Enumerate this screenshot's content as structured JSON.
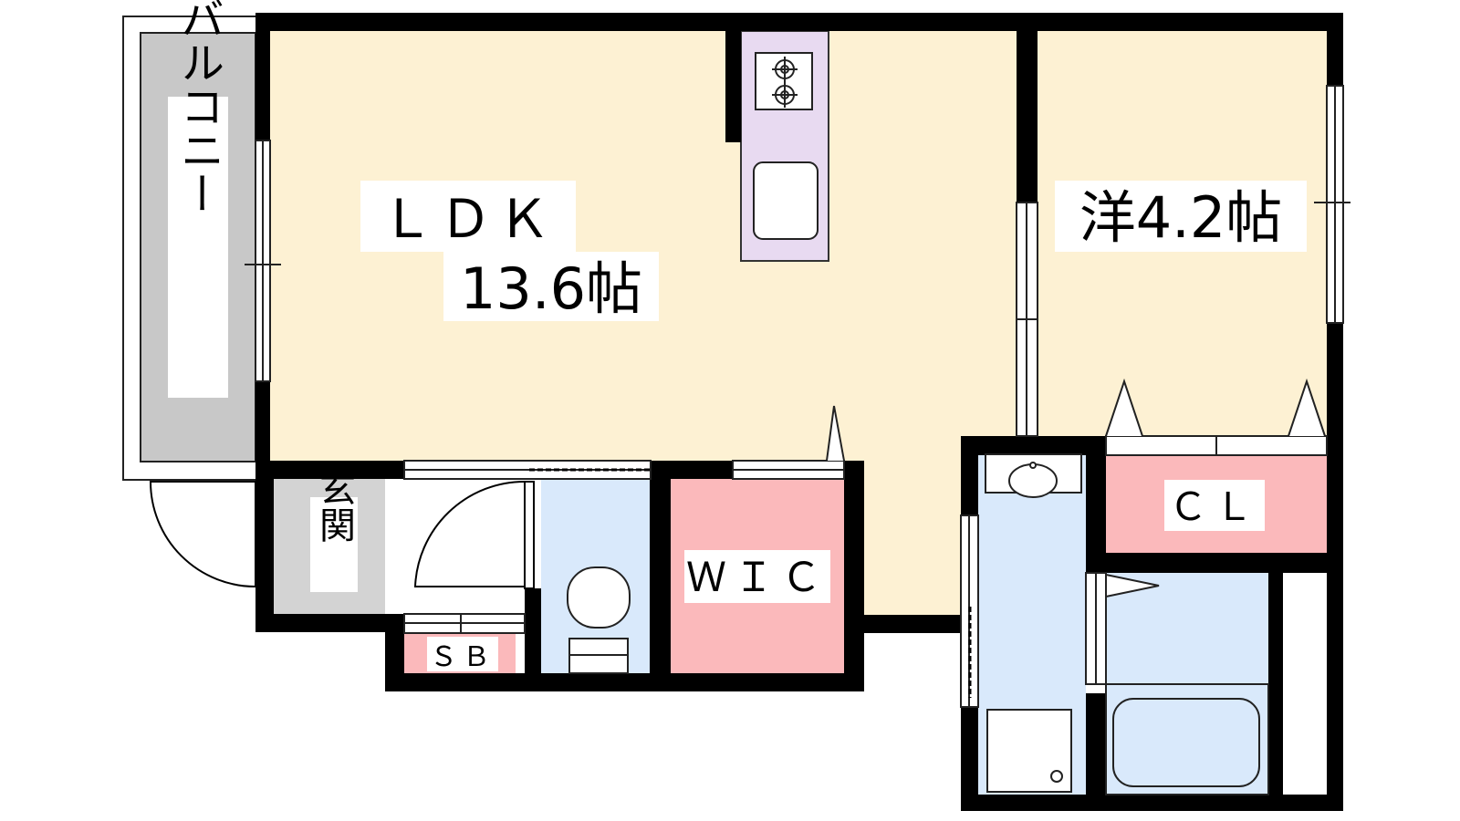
{
  "rooms": {
    "balcony": "バルコニー",
    "ldk": "ＬＤＫ",
    "ldk_size": "13.6帖",
    "western_room": "洋4.2帖",
    "entrance": "玄関",
    "walk_in_closet": "ＷＩＣ",
    "closet": "ＣＬ",
    "shoe_box": "ＳＢ"
  },
  "colors": {
    "ldk_floor": "#fdf1d3",
    "balcony": "#c8c8c8",
    "entrance": "#d3d3d3",
    "wet_area": "#d9e9fb",
    "storage": "#fbb9bb",
    "kitchen": "#e8daf1",
    "wall": "#000000"
  }
}
